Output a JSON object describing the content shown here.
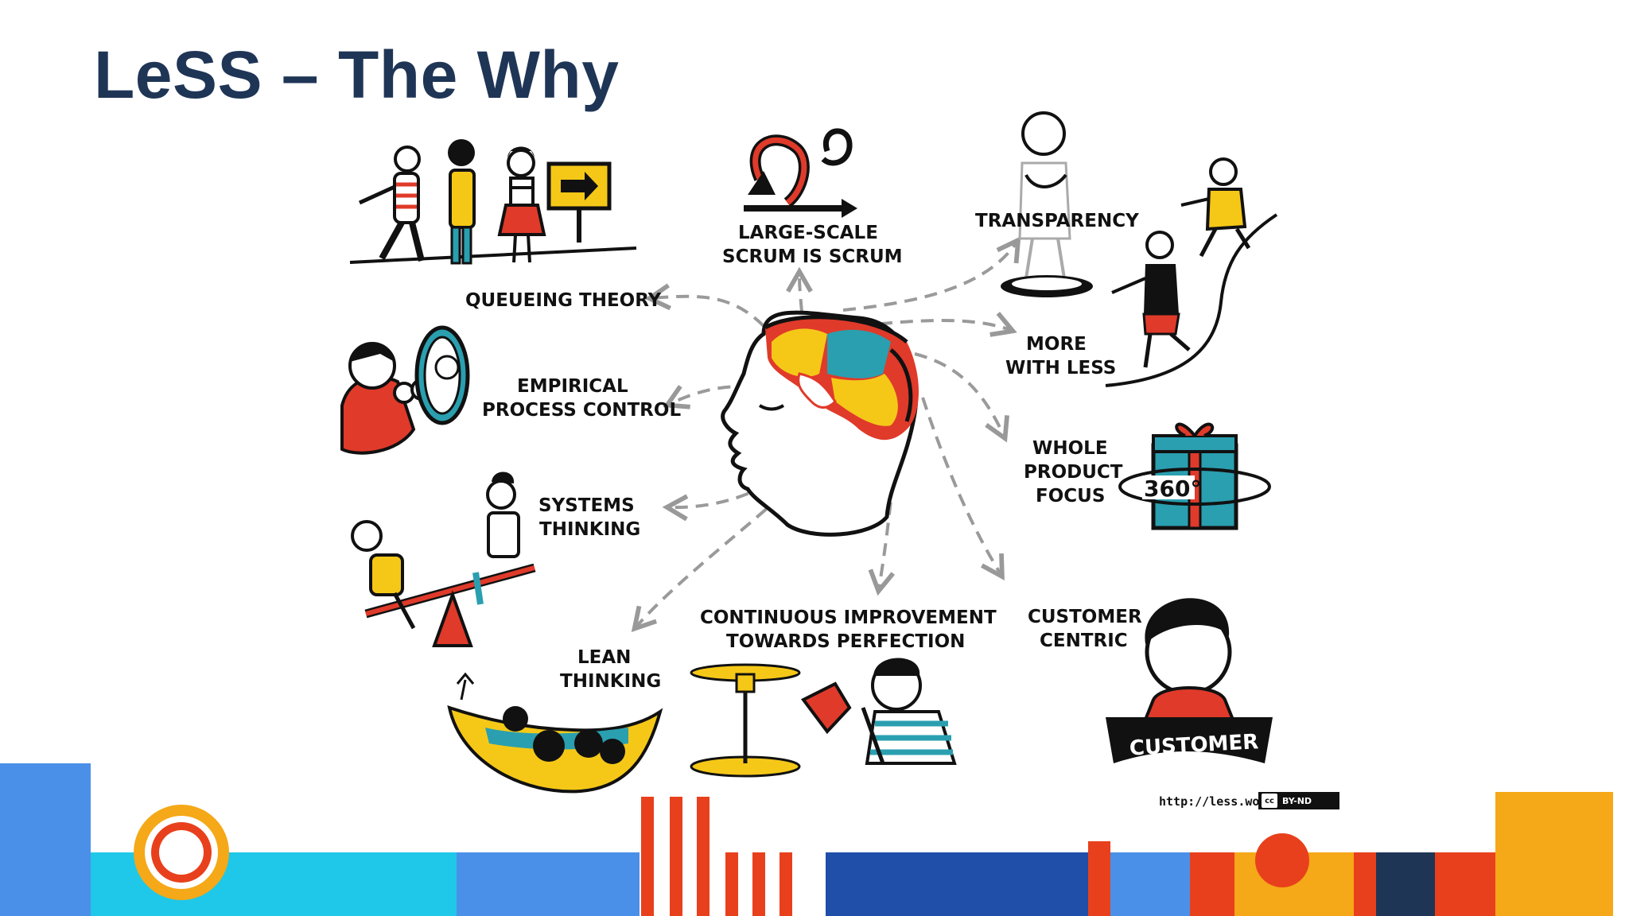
{
  "slide": {
    "title": "LeSS – The Why"
  },
  "illustration": {
    "center": "head-with-colorful-brain",
    "labels": {
      "queueing": "QUEUEING THEORY",
      "scrum_line1": "LARGE-SCALE",
      "scrum_line2": "SCRUM IS SCRUM",
      "transparency": "TRANSPARENCY",
      "more_line1": "MORE",
      "more_line2": "WITH LESS",
      "empirical_line1": "EMPIRICAL",
      "empirical_line2": "PROCESS CONTROL",
      "whole_line1": "WHOLE",
      "whole_line2": "PRODUCT",
      "whole_line3": "FOCUS",
      "systems_line1": "SYSTEMS",
      "systems_line2": "THINKING",
      "lean_line1": "LEAN",
      "lean_line2": "THINKING",
      "continuous_line1": "CONTINUOUS IMPROVEMENT",
      "continuous_line2": "TOWARDS PERFECTION",
      "customer_line1": "CUSTOMER",
      "customer_line2": "CENTRIC",
      "gift_text": "360°",
      "banner_text": "CUSTOMER"
    }
  },
  "credit": {
    "url": "http://less.works",
    "license_symbol": "cc",
    "license": "BY-ND"
  },
  "colors": {
    "title": "#1f3556",
    "brand_blue": "#4a90e8",
    "cyan": "#1fc8e8",
    "navy": "#1f3556",
    "orange_red": "#e8401c",
    "yellow": "#f5a818",
    "red": "#e03a2a",
    "teal": "#2a9fb0"
  }
}
